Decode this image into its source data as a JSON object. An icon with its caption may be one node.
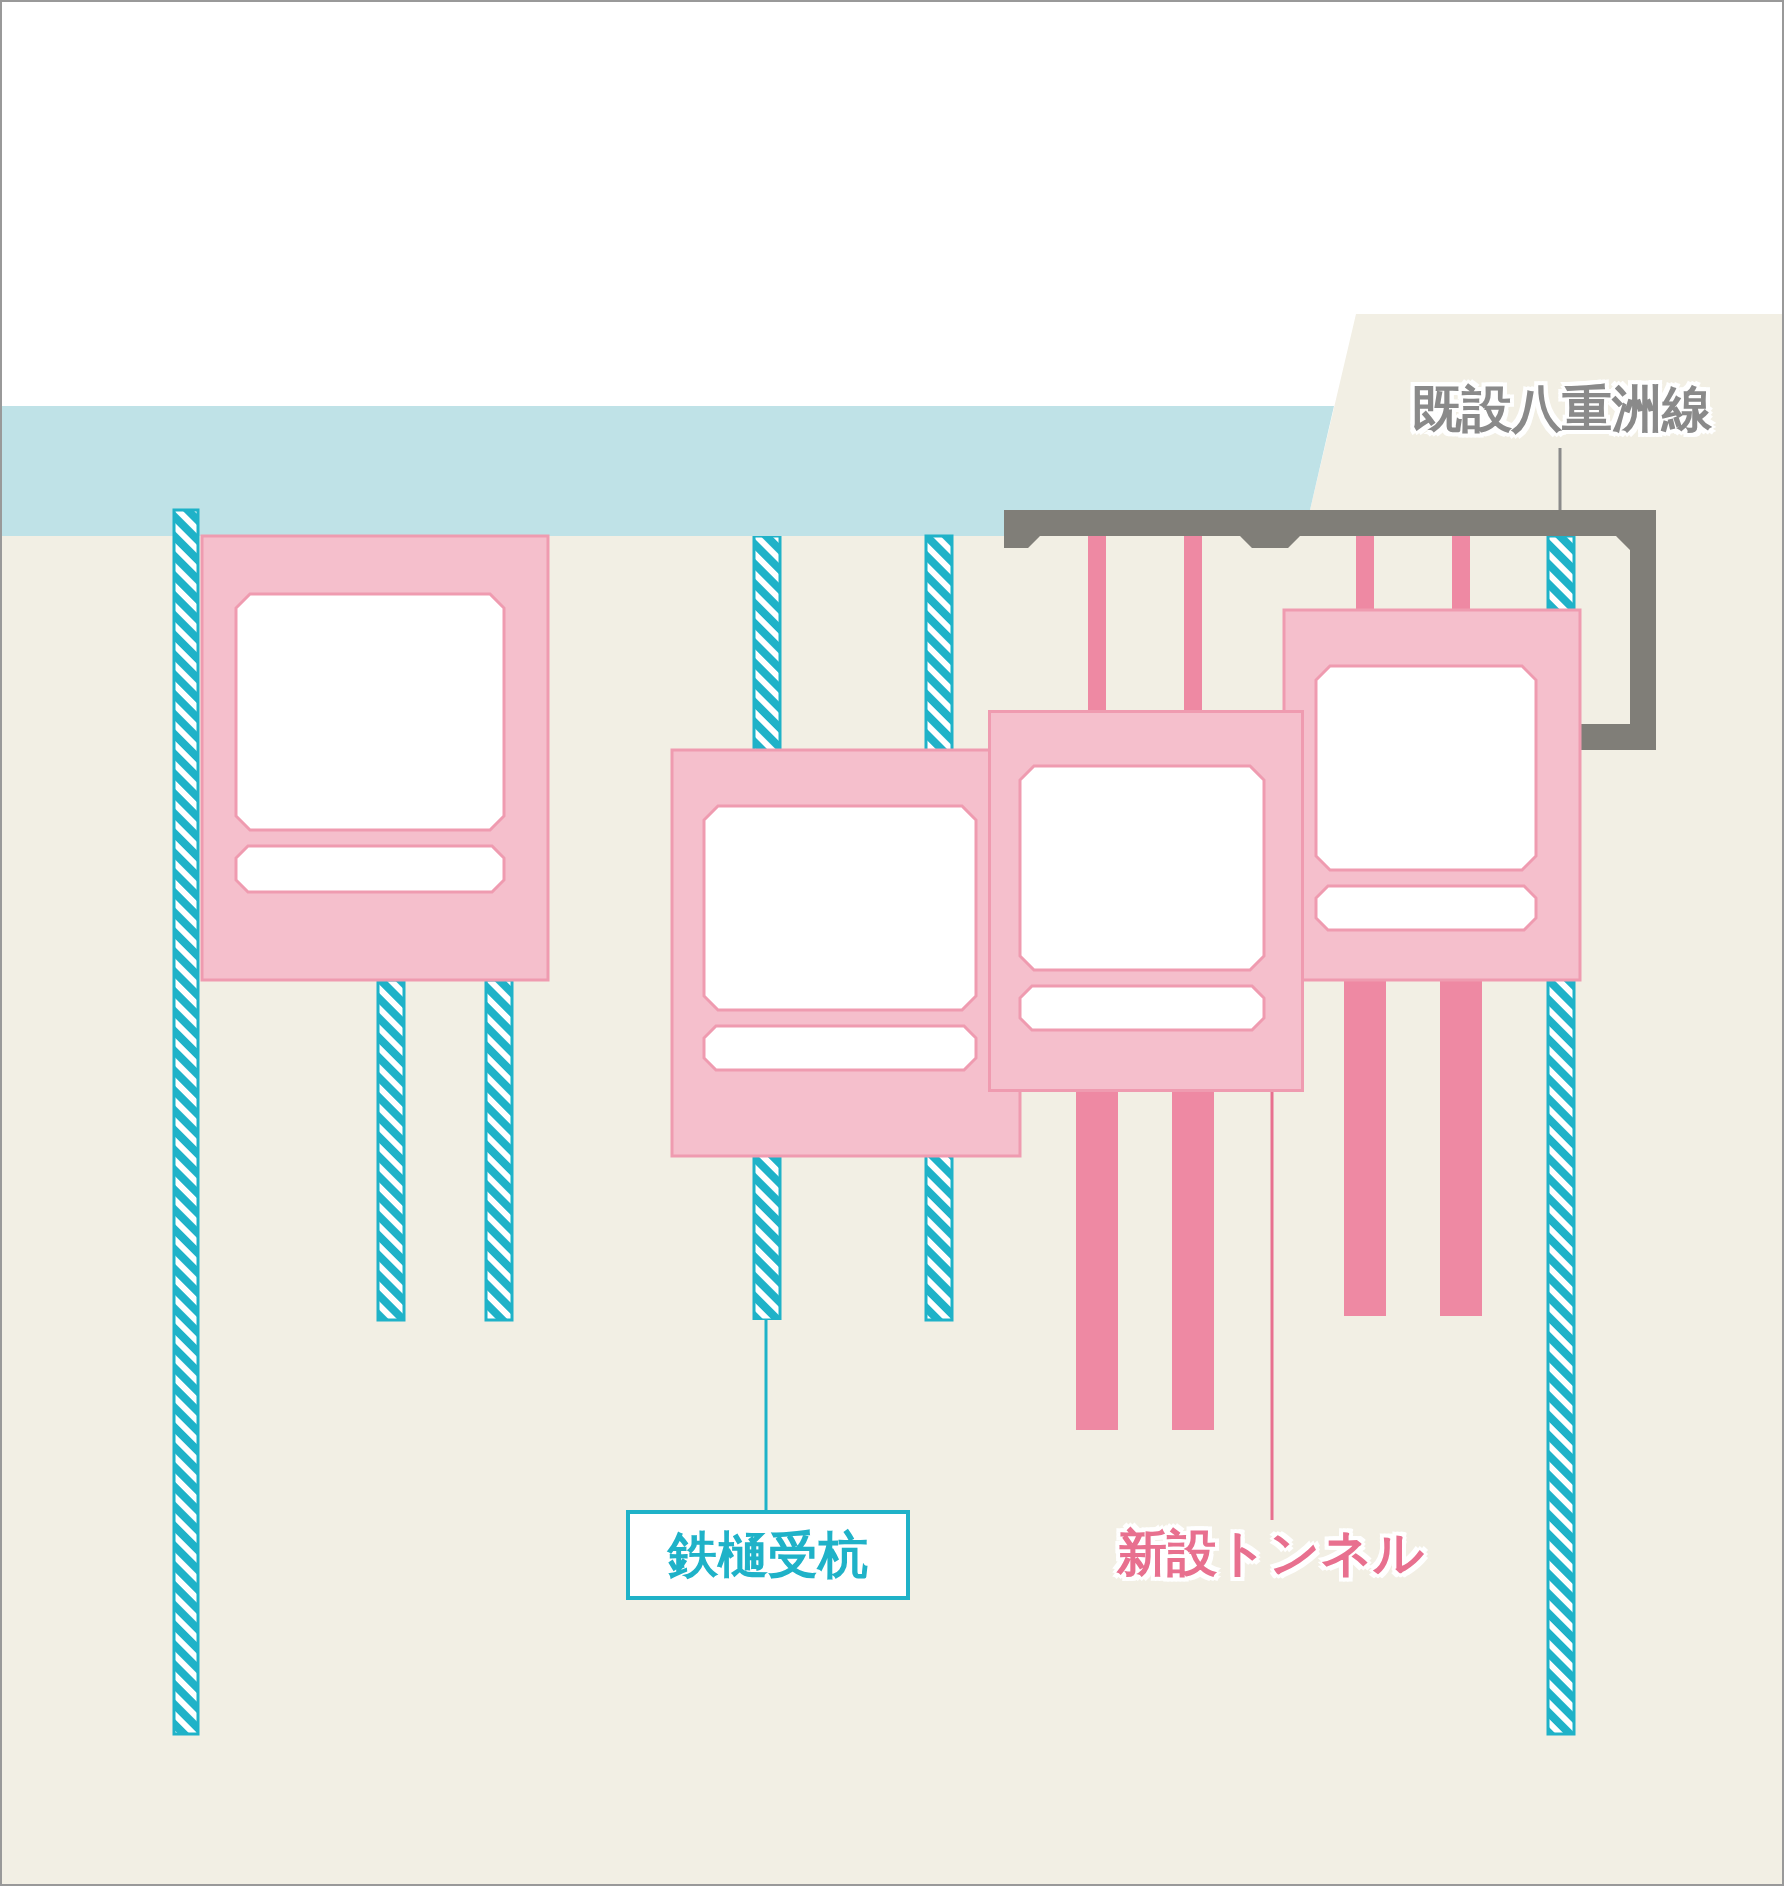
{
  "diagram": {
    "nodes": [
      {
        "text": [
          "既設八重洲線"
        ]
      },
      {
        "text": [],
        "shape": "box"
      },
      {
        "text": [
          "鉄樋受杭"
        ]
      },
      {
        "text": [],
        "shape": "bar"
      },
      {
        "text": [
          "新設トンネル"
        ]
      },
      {
        "text": [],
        "shape": "box"
      }
    ],
    "edges": [
      {
        "from": 0,
        "to": 1,
        "arrow": "none",
        "color": "#8a8a8a"
      },
      {
        "from": 2,
        "to": 3,
        "arrow": "none",
        "color": "#1fb2c8"
      },
      {
        "from": 4,
        "to": 5,
        "arrow": "none",
        "color": "#e8708f"
      }
    ]
  }
}
